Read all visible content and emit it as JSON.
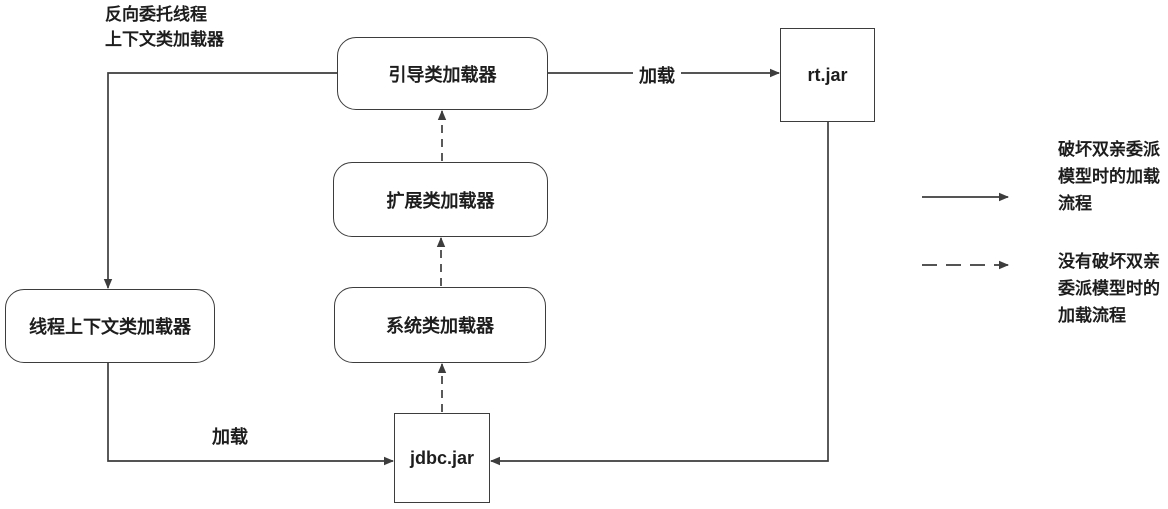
{
  "diagram": {
    "annotation": {
      "line1": "反向委托线程",
      "line2": "上下文类加载器"
    },
    "nodes": {
      "bootstrap_loader": "引导类加载器",
      "extension_loader": "扩展类加载器",
      "system_loader": "系统类加载器",
      "thread_context_loader": "线程上下文类加载器",
      "rt_jar": "rt.jar",
      "jdbc_jar": "jdbc.jar"
    },
    "edge_labels": {
      "load_to_rtjar": "加载",
      "load_to_jdbcjar": "加载"
    },
    "legend": {
      "solid_arrow": {
        "lines": [
          "破坏双亲委派",
          "模型时的加载",
          "流程"
        ]
      },
      "dashed_arrow": {
        "lines": [
          "没有破坏双亲",
          "委派模型时的",
          "加载流程"
        ]
      }
    },
    "colors": {
      "stroke": "#3d3d3d",
      "text": "#1d1d1d",
      "background": "#ffffff"
    }
  }
}
